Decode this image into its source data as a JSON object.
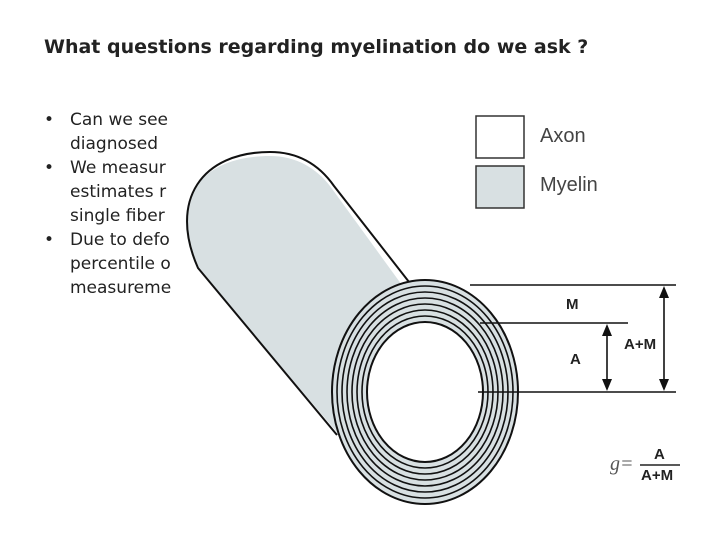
{
  "slide": {
    "title": "What questions regarding myelination do we ask ?",
    "bullets": [
      {
        "lines": [
          "Can we see",
          "diagnosed"
        ]
      },
      {
        "lines": [
          "We measur",
          "estimates r",
          "single fiber"
        ]
      },
      {
        "lines": [
          "Due to defo",
          "percentile o",
          "measureme"
        ]
      }
    ],
    "bullet_symbol": "•"
  },
  "figure": {
    "legend": {
      "axon": "Axon",
      "myelin": "Myelin"
    },
    "labels": {
      "m": "M",
      "a": "A",
      "a_plus_m": "A+M"
    },
    "formula": {
      "lhs": "g=",
      "numerator": "A",
      "denominator": "A+M"
    },
    "colors": {
      "myelin_fill": "#d8e0e2",
      "axon_fill": "#ffffff",
      "stroke": "#111111"
    }
  }
}
